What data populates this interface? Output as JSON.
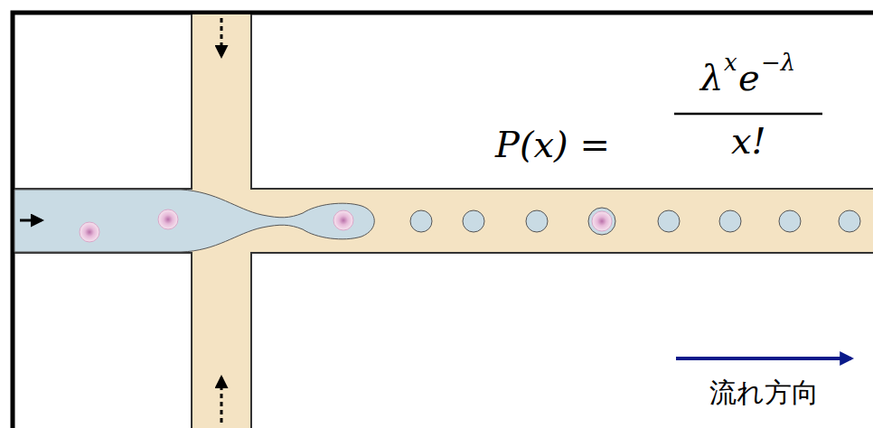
{
  "diagram": {
    "labels": [
      "P(x) =",
      "λ",
      "x",
      "e",
      "−λ",
      "x!",
      "流れ方向"
    ]
  }
}
